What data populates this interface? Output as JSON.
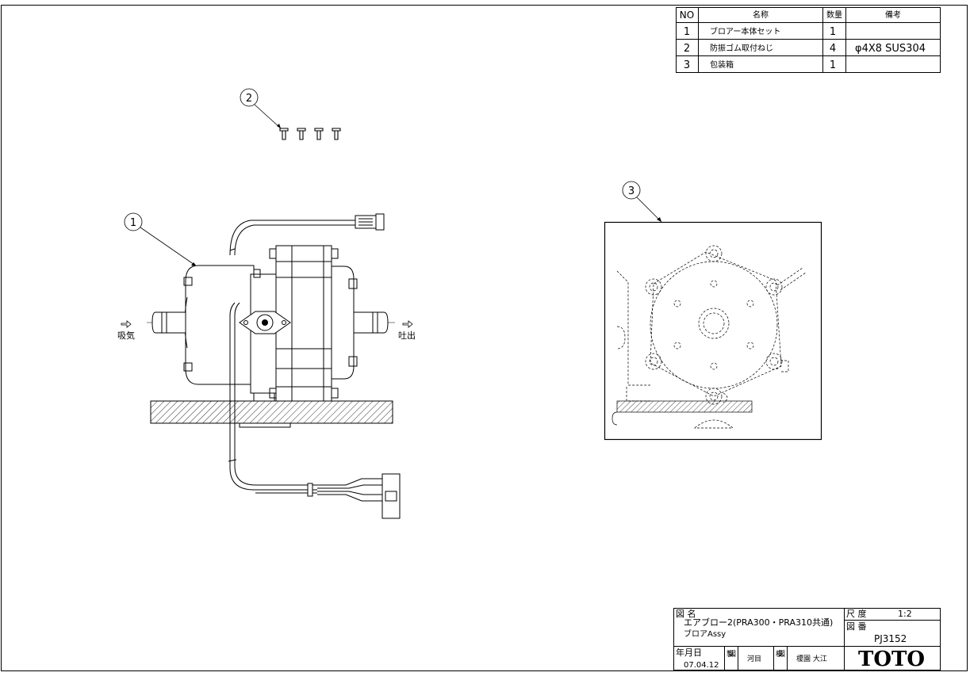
{
  "parts_table": {
    "headers": {
      "no": "NO",
      "name": "名称",
      "qty": "数量",
      "remarks": "備考"
    },
    "rows": [
      {
        "no": "1",
        "name": "ブロアー本体セット",
        "qty": "1",
        "remarks": ""
      },
      {
        "no": "2",
        "name": "防振ゴム取付ねじ",
        "qty": "4",
        "remarks": "φ4X8 SUS304"
      },
      {
        "no": "3",
        "name": "包装箱",
        "qty": "1",
        "remarks": ""
      }
    ]
  },
  "callouts": {
    "part1": "1",
    "part2": "2",
    "part3": "3"
  },
  "labels": {
    "intake": "吸気",
    "discharge": "吐出"
  },
  "title_block": {
    "drawing_name_label": "図 名",
    "drawing_name_line1": "エアブロー2(PRA300・PRA310共通)",
    "drawing_name_line2": "ブロアAssy",
    "scale_label": "尺 度",
    "scale_value": "1:2",
    "drawing_no_label": "図 番",
    "drawing_no_value": "PJ3152",
    "date_label": "年月日",
    "date_value": "07.04.12",
    "drawn_label": "製図",
    "drawn_by": "河目",
    "checked_label": "検図",
    "checked_by": "榎園 大江",
    "logo": "TOTO"
  }
}
